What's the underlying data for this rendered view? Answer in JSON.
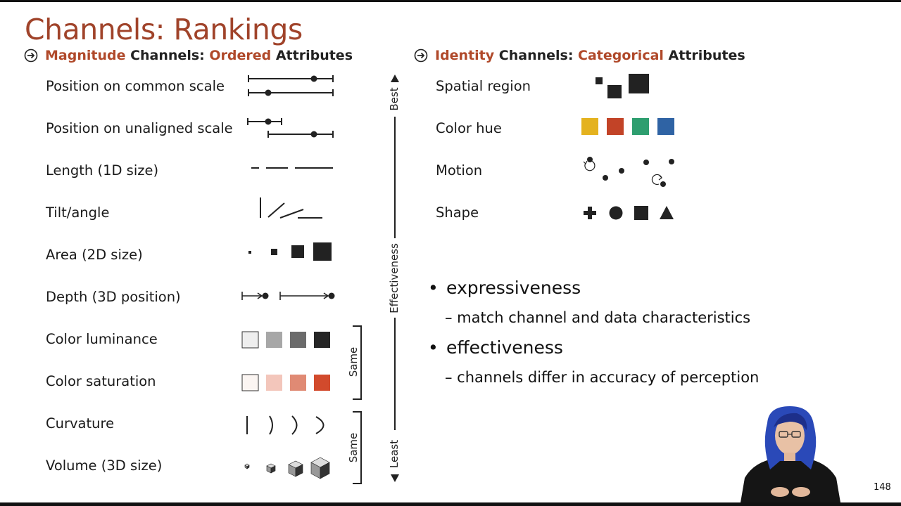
{
  "title": "Channels: Rankings",
  "magnitude": {
    "heading_accent_1": "Magnitude",
    "heading_plain_1": " Channels: ",
    "heading_accent_2": "Ordered",
    "heading_plain_2": " Attributes",
    "rows": [
      {
        "label": "Position on common scale"
      },
      {
        "label": "Position on unaligned scale"
      },
      {
        "label": "Length (1D size)"
      },
      {
        "label": "Tilt/angle"
      },
      {
        "label": "Area (2D size)"
      },
      {
        "label": "Depth (3D position)"
      },
      {
        "label": "Color luminance",
        "swatches": [
          "#eeeeee",
          "#a7a7a7",
          "#6b6b6b",
          "#262626"
        ]
      },
      {
        "label": "Color saturation",
        "swatches": [
          "#fbf5f2",
          "#f3c6bb",
          "#e08a74",
          "#d24a2c"
        ]
      },
      {
        "label": "Curvature"
      },
      {
        "label": "Volume (3D size)"
      }
    ],
    "same_label_1": "Same",
    "same_label_2": "Same"
  },
  "scale": {
    "best": "Best",
    "effectiveness": "Effectiveness",
    "least": "Least"
  },
  "identity": {
    "heading_accent_1": "Identity",
    "heading_plain_1": " Channels: ",
    "heading_accent_2": "Categorical",
    "heading_plain_2": " Attributes",
    "rows": [
      {
        "label": "Spatial region"
      },
      {
        "label": "Color hue",
        "swatches": [
          "#e4b21f",
          "#c24327",
          "#2e9e6f",
          "#2f63a4"
        ]
      },
      {
        "label": "Motion"
      },
      {
        "label": "Shape"
      }
    ]
  },
  "bullets": [
    {
      "text": "expressiveness",
      "sub": "– match channel and data characteristics"
    },
    {
      "text": "effectiveness",
      "sub": "– channels differ in accuracy of perception"
    }
  ],
  "bullet_char": "•",
  "page_number": "148",
  "colors": {
    "accent": "#b0492a",
    "title": "#a0432a",
    "ink": "#1a1a1a"
  }
}
